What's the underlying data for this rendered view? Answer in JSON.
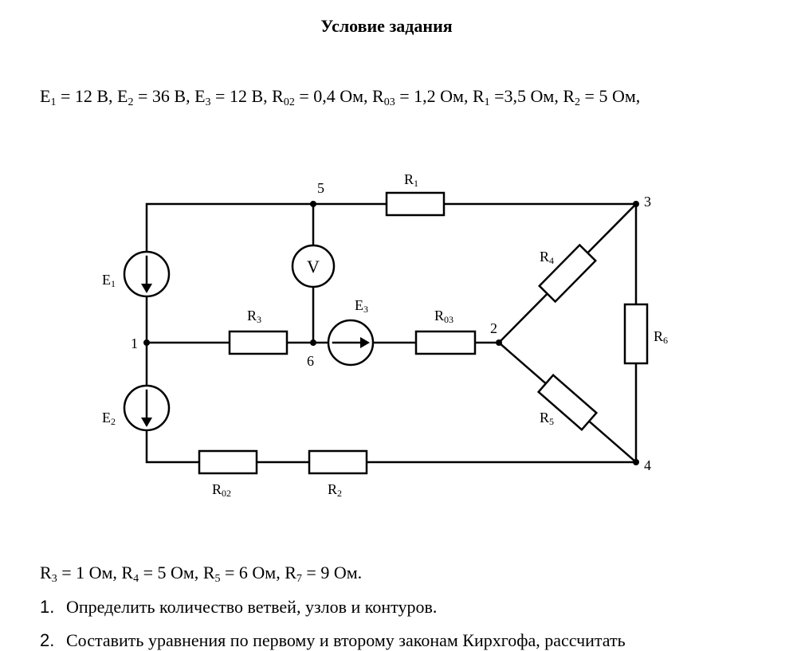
{
  "title": "Условие задания",
  "params_line1": [
    {
      "name": "E",
      "sub": "1",
      "rest": " = 12 В, "
    },
    {
      "name": "E",
      "sub": "2",
      "rest": " = 36 В, "
    },
    {
      "name": "E",
      "sub": "3",
      "rest": " = 12 В, "
    },
    {
      "name": "R",
      "sub": "02",
      "rest": " = 0,4 Ом, "
    },
    {
      "name": "R",
      "sub": "03",
      "rest": " = 1,2 Ом, "
    },
    {
      "name": "R",
      "sub": "1",
      "rest": " =3,5 Ом, "
    },
    {
      "name": "R",
      "sub": "2",
      "rest": " = 5 Ом,"
    }
  ],
  "params_line2": [
    {
      "name": "R",
      "sub": "3",
      "rest": " = 1 Ом, "
    },
    {
      "name": "R",
      "sub": "4",
      "rest": " = 5 Ом, "
    },
    {
      "name": "R",
      "sub": "5",
      "rest": " = 6 Ом, "
    },
    {
      "name": "R",
      "sub": "7",
      "rest": " = 9 Ом."
    }
  ],
  "tasks": [
    {
      "num": "1.",
      "text": "Определить количество ветвей, узлов и контуров."
    },
    {
      "num": "2.",
      "text": "Составить уравнения по первому и второму законам Кирхгофа, рассчитать"
    }
  ],
  "circuit": {
    "nodes": {
      "n1": "1",
      "n2": "2",
      "n3": "3",
      "n4": "4",
      "n5": "5",
      "n6": "6"
    },
    "voltmeter": "V",
    "labels": {
      "R1": {
        "main": "R",
        "sub": "1"
      },
      "R2": {
        "main": "R",
        "sub": "2"
      },
      "R3": {
        "main": "R",
        "sub": "3"
      },
      "R4": {
        "main": "R",
        "sub": "4"
      },
      "R5": {
        "main": "R",
        "sub": "5"
      },
      "R6": {
        "main": "R",
        "sub": "6"
      },
      "R02": {
        "main": "R",
        "sub": "02"
      },
      "R03": {
        "main": "R",
        "sub": "03"
      },
      "E1": {
        "main": "E",
        "sub": "1"
      },
      "E2": {
        "main": "E",
        "sub": "2"
      },
      "E3": {
        "main": "E",
        "sub": "3"
      }
    }
  }
}
